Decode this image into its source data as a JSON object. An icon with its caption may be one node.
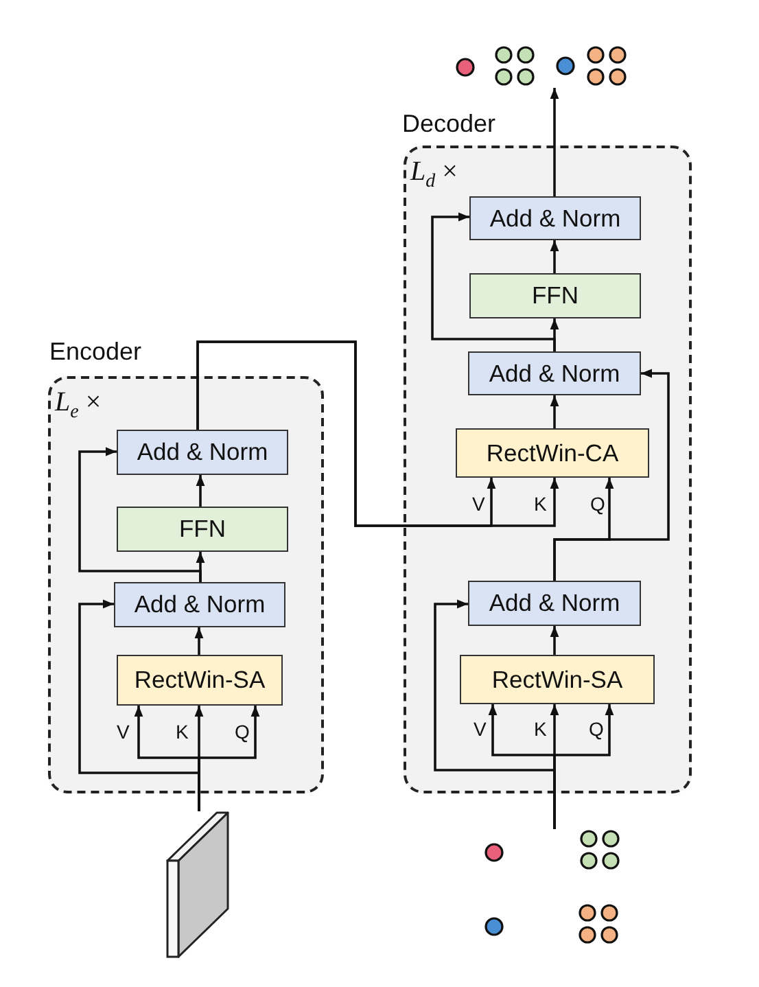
{
  "diagram": {
    "nodes": [
      {
        "text": [
          "Encoder",
          "*L*$_{e}$ ×"
        ]
      },
      {
        "text": [
          "Add & Norm"
        ],
        "in": 0
      },
      {
        "text": [
          "FFN"
        ],
        "in": 0
      },
      {
        "text": [
          "Add & Norm"
        ],
        "in": 0
      },
      {
        "text": [
          "RectWin-SA"
        ],
        "in": 0
      },
      {
        "text": [
          "Decoder",
          "*L*$_{d}$ ×"
        ]
      },
      {
        "text": [
          "Add & Norm"
        ],
        "in": 5
      },
      {
        "text": [
          "FFN"
        ],
        "in": 5
      },
      {
        "text": [
          "Add & Norm"
        ],
        "in": 5
      },
      {
        "text": [
          "RectWin-CA"
        ],
        "in": 5
      },
      {
        "text": [
          "Add & Norm"
        ],
        "in": 5
      },
      {
        "text": [
          "RectWin-SA"
        ],
        "in": 5
      },
      {
        "text": [],
        "shape": "picture"
      },
      {
        "text": [],
        "shape": "picture"
      },
      {
        "text": [],
        "shape": "picture"
      }
    ],
    "edges": [
      {
        "from": 12,
        "to": 4,
        "arrow": "to",
        "label": "V"
      },
      {
        "from": 12,
        "to": 4,
        "arrow": "to",
        "label": "K"
      },
      {
        "from": 12,
        "to": 4,
        "arrow": "to",
        "label": "Q"
      },
      {
        "from": 12,
        "to": 3,
        "arrow": "to"
      },
      {
        "from": 4,
        "to": 3,
        "arrow": "to"
      },
      {
        "from": 3,
        "to": 2,
        "arrow": "to"
      },
      {
        "from": 3,
        "to": 1,
        "arrow": "to"
      },
      {
        "from": 2,
        "to": 1,
        "arrow": "to"
      },
      {
        "from": 1,
        "to": 9,
        "arrow": "to",
        "label": "V"
      },
      {
        "from": 1,
        "to": 9,
        "arrow": "to",
        "label": "K"
      },
      {
        "from": 14,
        "to": 11,
        "arrow": "to",
        "label": "V"
      },
      {
        "from": 14,
        "to": 11,
        "arrow": "to",
        "label": "K"
      },
      {
        "from": 14,
        "to": 11,
        "arrow": "to",
        "label": "Q"
      },
      {
        "from": 14,
        "to": 10,
        "arrow": "to"
      },
      {
        "from": 11,
        "to": 10,
        "arrow": "to"
      },
      {
        "from": 10,
        "to": 9,
        "arrow": "to",
        "label": "Q"
      },
      {
        "from": 10,
        "to": 8,
        "arrow": "to"
      },
      {
        "from": 9,
        "to": 8,
        "arrow": "to"
      },
      {
        "from": 8,
        "to": 7,
        "arrow": "to"
      },
      {
        "from": 8,
        "to": 6,
        "arrow": "to"
      },
      {
        "from": 7,
        "to": 6,
        "arrow": "to"
      },
      {
        "from": 6,
        "to": 13,
        "arrow": "to"
      }
    ]
  }
}
